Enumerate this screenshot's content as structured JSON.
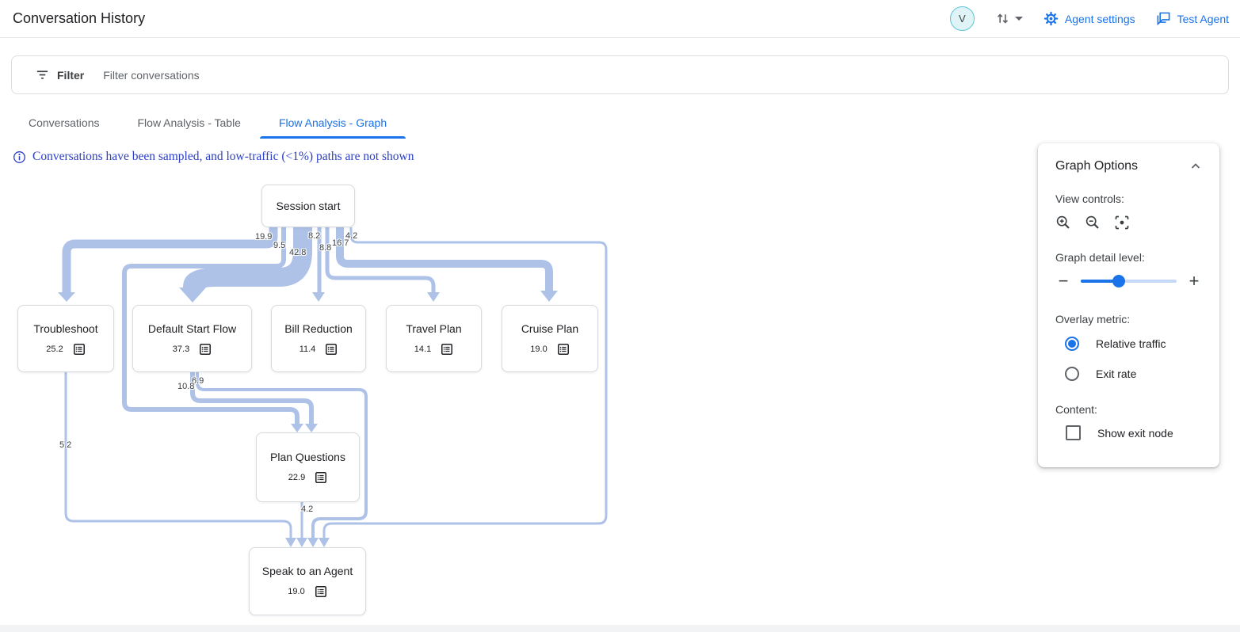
{
  "header": {
    "title": "Conversation History",
    "avatar_initial": "V",
    "agent_settings_label": "Agent settings",
    "test_agent_label": "Test Agent"
  },
  "filter_bar": {
    "label": "Filter",
    "placeholder": "Filter conversations"
  },
  "tabs": [
    {
      "label": "Conversations",
      "active": false
    },
    {
      "label": "Flow Analysis - Table",
      "active": false
    },
    {
      "label": "Flow Analysis - Graph",
      "active": true
    }
  ],
  "notice": {
    "text": "Conversations have been sampled, and low-traffic (<1%) paths are not shown"
  },
  "graph_options": {
    "title": "Graph Options",
    "view_controls_label": "View controls:",
    "view_controls": [
      "zoom-in",
      "zoom-out",
      "center-graph"
    ],
    "detail_label": "Graph detail level:",
    "detail_level_pct": 40,
    "overlay_label": "Overlay metric:",
    "options": [
      {
        "label": "Relative traffic",
        "selected": true
      },
      {
        "label": "Exit rate",
        "selected": false
      }
    ],
    "content_label": "Content:",
    "checkbox_label": "Show exit node",
    "checkbox_checked": false
  },
  "flow_graph": {
    "type": "flow-graph",
    "nodes": [
      {
        "label": "Session start",
        "traffic": ""
      },
      {
        "label": "Troubleshoot",
        "traffic": "25.2"
      },
      {
        "label": "Default Start Flow",
        "traffic": "37.3"
      },
      {
        "label": "Bill Reduction",
        "traffic": "11.4"
      },
      {
        "label": "Travel Plan",
        "traffic": "14.1"
      },
      {
        "label": "Cruise Plan",
        "traffic": "19.0"
      },
      {
        "label": "Plan Questions",
        "traffic": "22.9"
      },
      {
        "label": "Speak to an Agent",
        "traffic": "19.0"
      }
    ],
    "edges": [
      {
        "from": "Session start",
        "to": "Troubleshoot",
        "value": "19.9"
      },
      {
        "from": "Session start",
        "to": "Plan Questions",
        "value": "9.5"
      },
      {
        "from": "Session start",
        "to": "Default Start Flow",
        "value": "42.8"
      },
      {
        "from": "Session start",
        "to": "Bill Reduction",
        "value": "8.2"
      },
      {
        "from": "Session start",
        "to": "Travel Plan",
        "value": "8.8"
      },
      {
        "from": "Session start",
        "to": "Cruise Plan",
        "value": "16.7"
      },
      {
        "from": "Session start",
        "to": "Speak to an Agent",
        "value": "4.2"
      },
      {
        "from": "Default Start Flow",
        "to": "Speak to an Agent",
        "value": "6.9"
      },
      {
        "from": "Default Start Flow",
        "to": "Plan Questions",
        "value": "10.8"
      },
      {
        "from": "Troubleshoot",
        "to": "Speak to an Agent",
        "value": "5.2"
      },
      {
        "from": "Plan Questions",
        "to": "Speak to an Agent",
        "value": "4.2"
      }
    ]
  },
  "colors": {
    "accent_blue": "#1a73e8",
    "edge_blue": "#aec2e8",
    "notice_blue": "#2b3fc4",
    "avatar_bg": "#e0f4f8",
    "avatar_border": "#5bc4d7"
  }
}
